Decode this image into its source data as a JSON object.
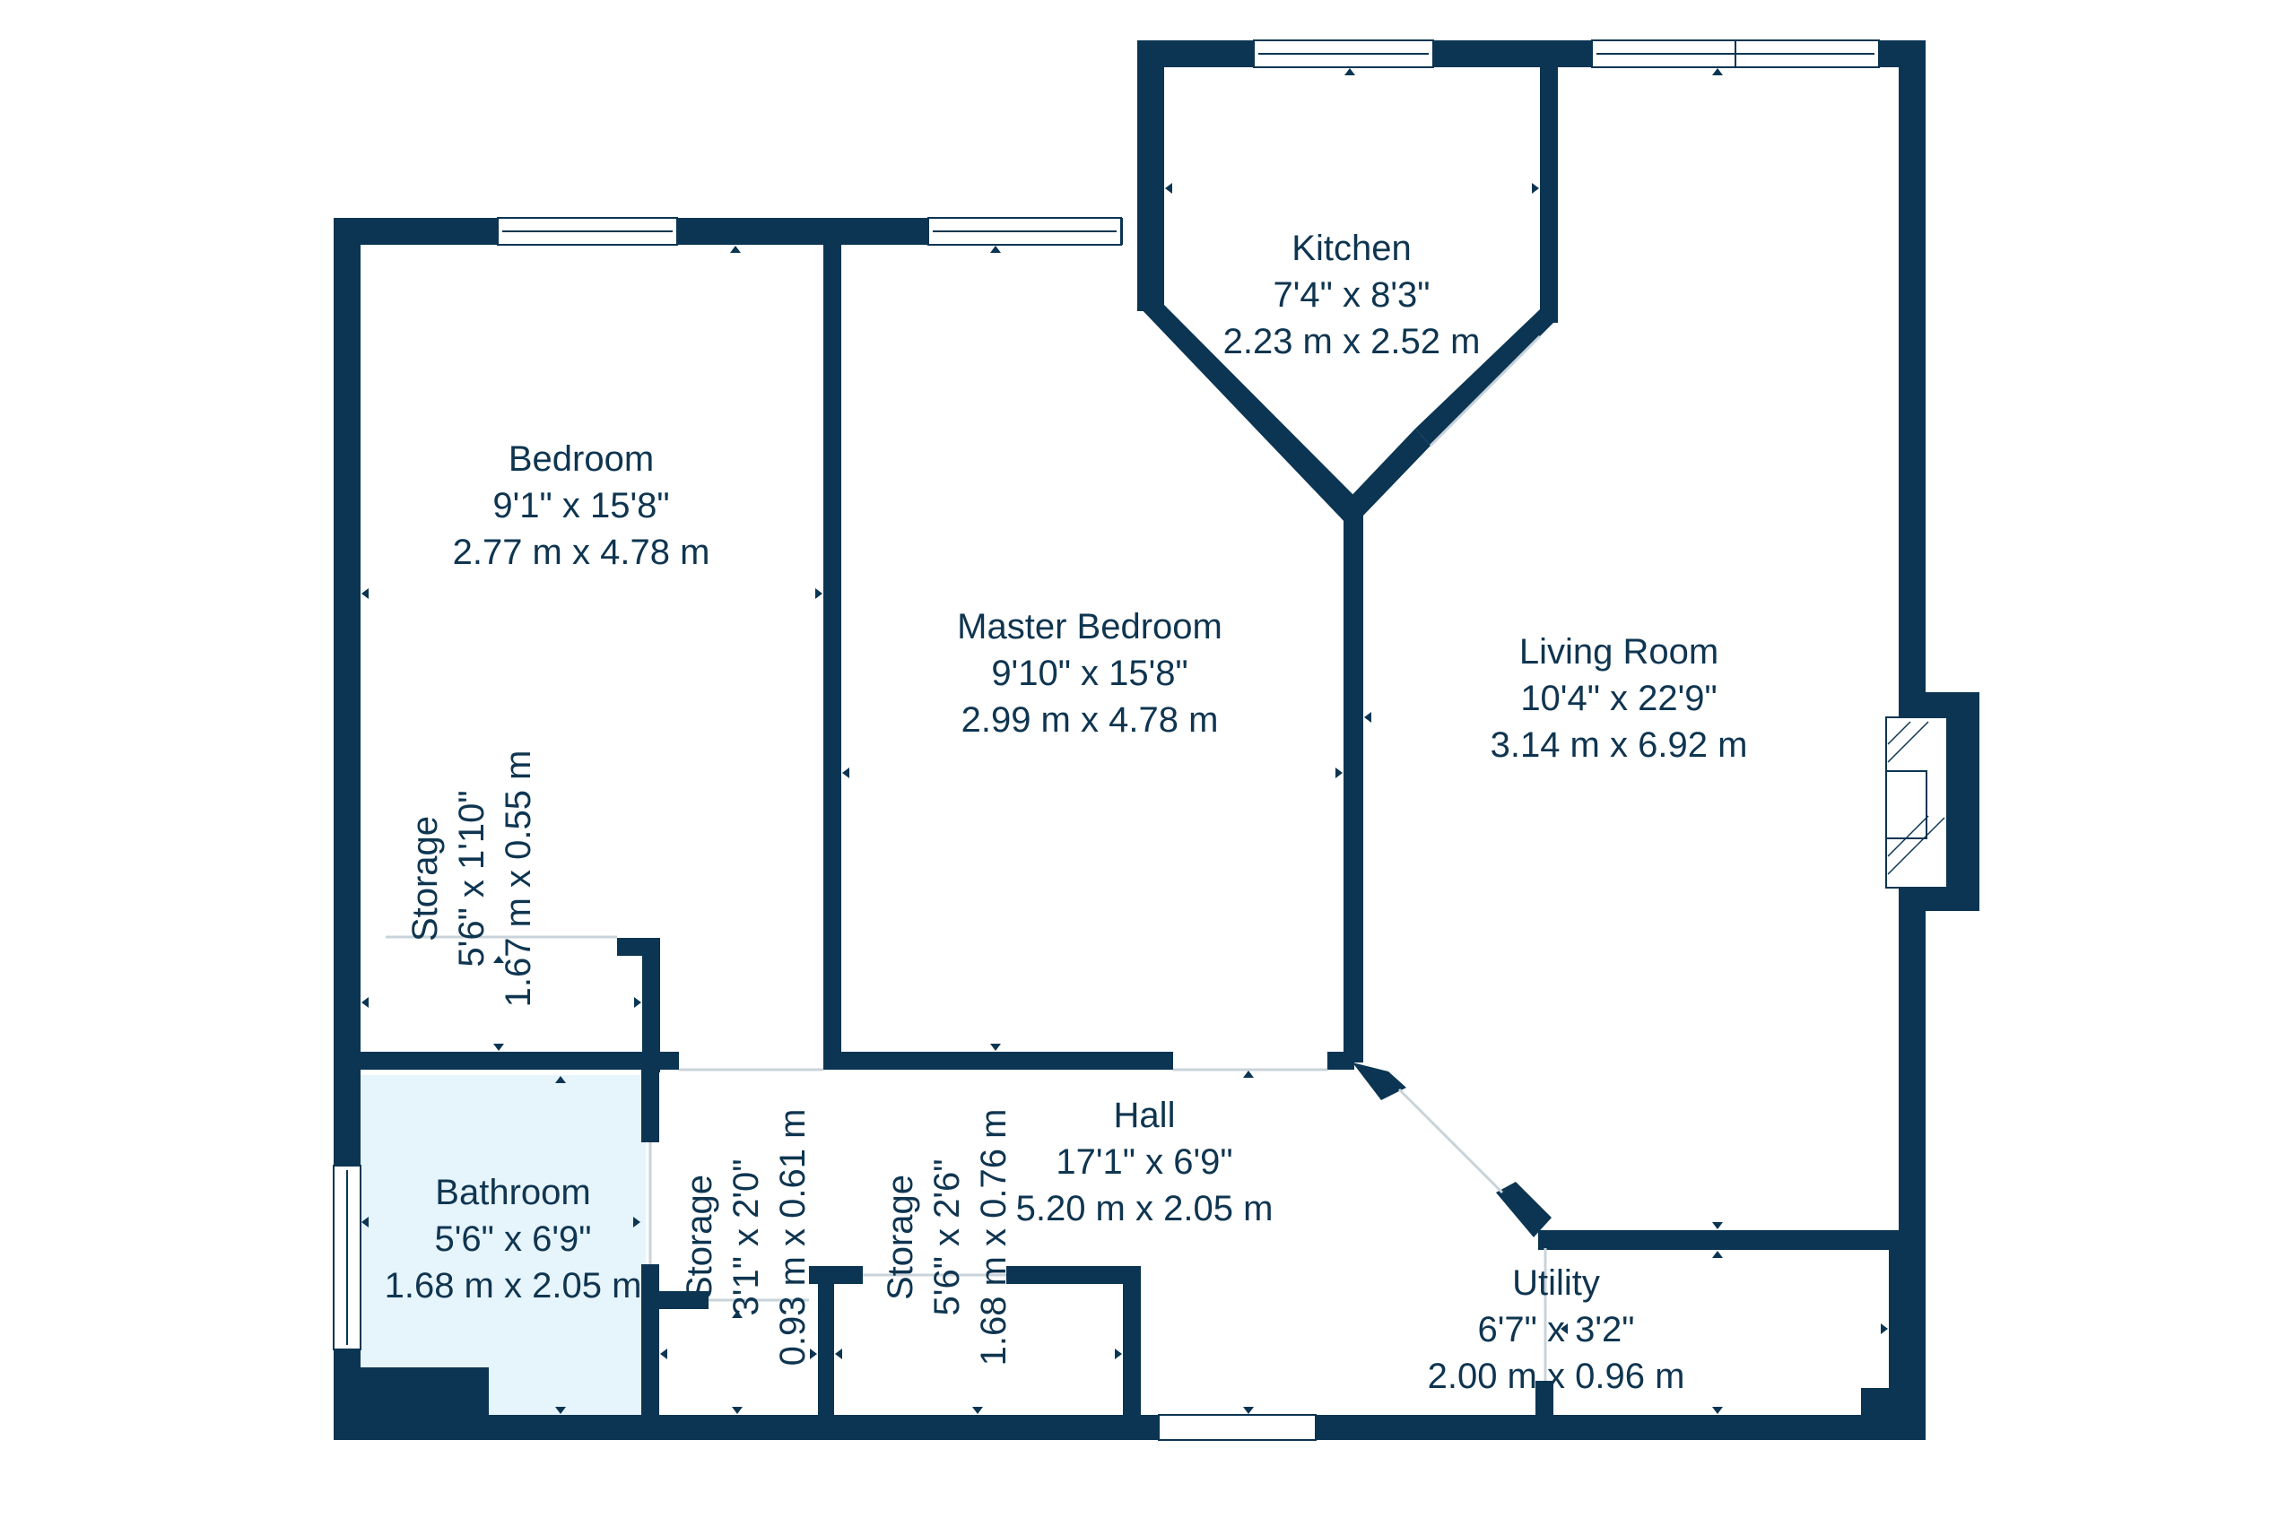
{
  "colors": {
    "wall": "#0b3552",
    "text": "#0f3550",
    "bathroom_fill": "#e6f4fc",
    "background": "#ffffff"
  },
  "rooms": {
    "bedroom": {
      "name": "Bedroom",
      "imperial": "9'1\" x 15'8\"",
      "metric": "2.77 m x 4.78 m"
    },
    "master_bedroom": {
      "name": "Master Bedroom",
      "imperial": "9'10\" x 15'8\"",
      "metric": "2.99 m x 4.78 m"
    },
    "kitchen": {
      "name": "Kitchen",
      "imperial": "7'4\" x 8'3\"",
      "metric": "2.23 m x 2.52 m"
    },
    "living_room": {
      "name": "Living Room",
      "imperial": "10'4\" x 22'9\"",
      "metric": "3.14 m x 6.92 m"
    },
    "storage_1": {
      "name": "Storage",
      "imperial": "5'6\" x 1'10\"",
      "metric": "1.67 m x 0.55 m"
    },
    "bathroom": {
      "name": "Bathroom",
      "imperial": "5'6\" x 6'9\"",
      "metric": "1.68 m x 2.05 m"
    },
    "storage_2": {
      "name": "Storage",
      "imperial": "3'1\" x 2'0\"",
      "metric": "0.93 m x 0.61 m"
    },
    "storage_3": {
      "name": "Storage",
      "imperial": "5'6\" x 2'6\"",
      "metric": "1.68 m x 0.76 m"
    },
    "hall": {
      "name": "Hall",
      "imperial": "17'1\" x 6'9\"",
      "metric": "5.20 m x 2.05 m"
    },
    "utility": {
      "name": "Utility",
      "imperial": "6'7\" x 3'2\"",
      "metric": "2.00 m x 0.96 m"
    }
  }
}
